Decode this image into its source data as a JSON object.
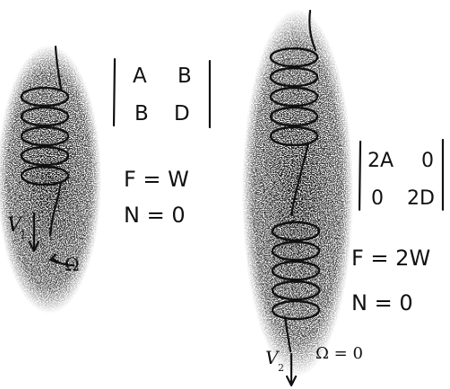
{
  "left": {
    "matrix": {
      "a11": "A",
      "a12": "B",
      "a21": "B",
      "a22": "D"
    },
    "eq1": "F = W",
    "eq2": "N = 0",
    "velocity_label": "V",
    "velocity_sub": "1",
    "omega_label": "Ω"
  },
  "right": {
    "matrix": {
      "a11": "2A",
      "a12": "0",
      "a21": "0",
      "a22": "2D"
    },
    "eq1": "F = 2W",
    "eq2": "N = 0",
    "velocity_label": "V",
    "velocity_sub": "2",
    "omega_label": "Ω = 0"
  }
}
